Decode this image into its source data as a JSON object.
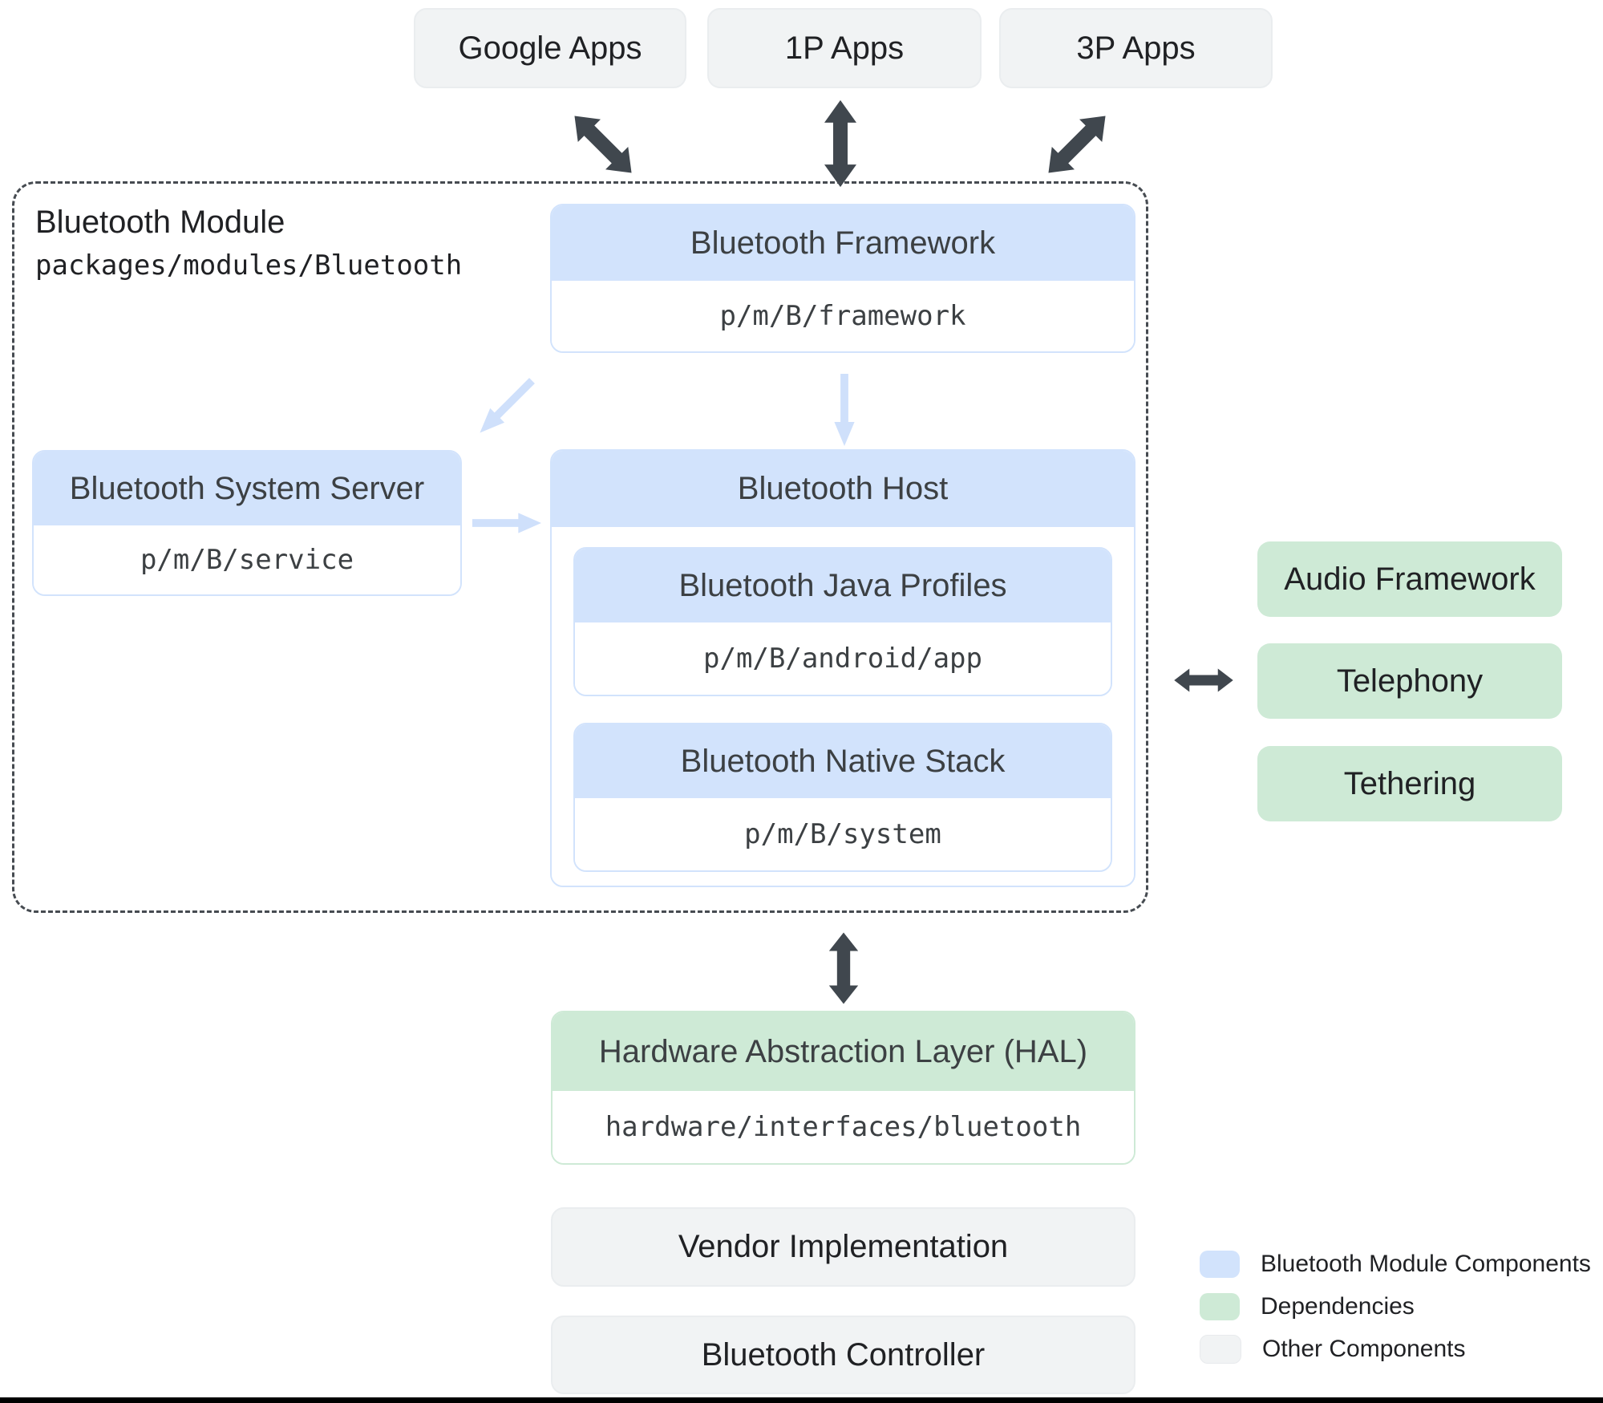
{
  "apps": [
    {
      "label": "Google Apps"
    },
    {
      "label": "1P Apps"
    },
    {
      "label": "3P Apps"
    }
  ],
  "module": {
    "title": "Bluetooth Module",
    "path": "packages/modules/Bluetooth"
  },
  "framework": {
    "title": "Bluetooth Framework",
    "path": "p/m/B/framework"
  },
  "system_server": {
    "title": "Bluetooth System Server",
    "path": "p/m/B/service"
  },
  "host": {
    "title": "Bluetooth Host",
    "java_profiles": {
      "title": "Bluetooth Java Profiles",
      "path": "p/m/B/android/app"
    },
    "native_stack": {
      "title": "Bluetooth Native Stack",
      "path": "p/m/B/system"
    }
  },
  "dependencies": [
    {
      "label": "Audio Framework"
    },
    {
      "label": "Telephony"
    },
    {
      "label": "Tethering"
    }
  ],
  "hal": {
    "title": "Hardware Abstraction Layer (HAL)",
    "path": "hardware/interfaces/bluetooth"
  },
  "vendor": {
    "label": "Vendor Implementation"
  },
  "controller": {
    "label": "Bluetooth Controller"
  },
  "legend": [
    {
      "label": "Bluetooth Module Components",
      "color": "#d2e3fc"
    },
    {
      "label": "Dependencies",
      "color": "#ceead6"
    },
    {
      "label": "Other Components",
      "color": "#f1f3f4"
    }
  ],
  "colors": {
    "module_fill": "#d2e3fc",
    "dependency_fill": "#ceead6",
    "other_fill": "#f1f3f4",
    "arrow_dark": "#40474e",
    "arrow_light": "#cfe0fb",
    "dashed_border": "#464b51"
  }
}
